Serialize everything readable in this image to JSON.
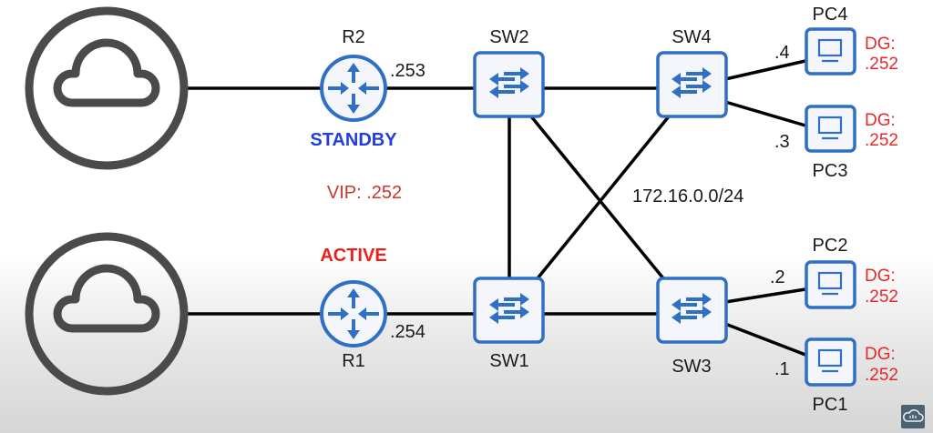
{
  "title": "HSRP topology",
  "network": "172.16.0.0/24",
  "vip_label": "VIP: .252",
  "colors": {
    "device_blue": "#2f6fc4",
    "standby_blue": "#1f3fd6",
    "active_red": "#e8221a",
    "dg_red": "#e32a2a",
    "cloud_gray": "#4a4a4a"
  },
  "clouds": [
    {
      "id": "internet-top",
      "icon": "cloud-icon"
    },
    {
      "id": "internet-bottom",
      "icon": "cloud-icon"
    }
  ],
  "routers": {
    "r2": {
      "name": "R2",
      "ip": ".253",
      "role": "STANDBY",
      "icon": "router-icon"
    },
    "r1": {
      "name": "R1",
      "ip": ".254",
      "role": "ACTIVE",
      "icon": "router-icon"
    }
  },
  "switches": {
    "sw1": {
      "name": "SW1",
      "icon": "switch-icon"
    },
    "sw2": {
      "name": "SW2",
      "icon": "switch-icon"
    },
    "sw3": {
      "name": "SW3",
      "icon": "switch-icon"
    },
    "sw4": {
      "name": "SW4",
      "icon": "switch-icon"
    }
  },
  "pcs": {
    "pc4": {
      "name": "PC4",
      "ip": ".4",
      "dg_label": "DG:",
      "dg_value": ".252",
      "icon": "pc-icon"
    },
    "pc3": {
      "name": "PC3",
      "ip": ".3",
      "dg_label": "DG:",
      "dg_value": ".252",
      "icon": "pc-icon"
    },
    "pc2": {
      "name": "PC2",
      "ip": ".2",
      "dg_label": "DG:",
      "dg_value": ".252",
      "icon": "pc-icon"
    },
    "pc1": {
      "name": "PC1",
      "ip": ".1",
      "dg_label": "DG:",
      "dg_value": ".252",
      "icon": "pc-icon"
    }
  },
  "links": [
    [
      "internet-top",
      "R2"
    ],
    [
      "R2",
      "SW2"
    ],
    [
      "SW2",
      "SW4"
    ],
    [
      "SW2",
      "SW1"
    ],
    [
      "SW2",
      "SW3"
    ],
    [
      "SW4",
      "SW1"
    ],
    [
      "SW4",
      "PC4"
    ],
    [
      "SW4",
      "PC3"
    ],
    [
      "internet-bottom",
      "R1"
    ],
    [
      "R1",
      "SW1"
    ],
    [
      "SW1",
      "SW3"
    ],
    [
      "SW3",
      "PC2"
    ],
    [
      "SW3",
      "PC1"
    ]
  ],
  "logo": {
    "icon": "channel-logo-icon"
  }
}
